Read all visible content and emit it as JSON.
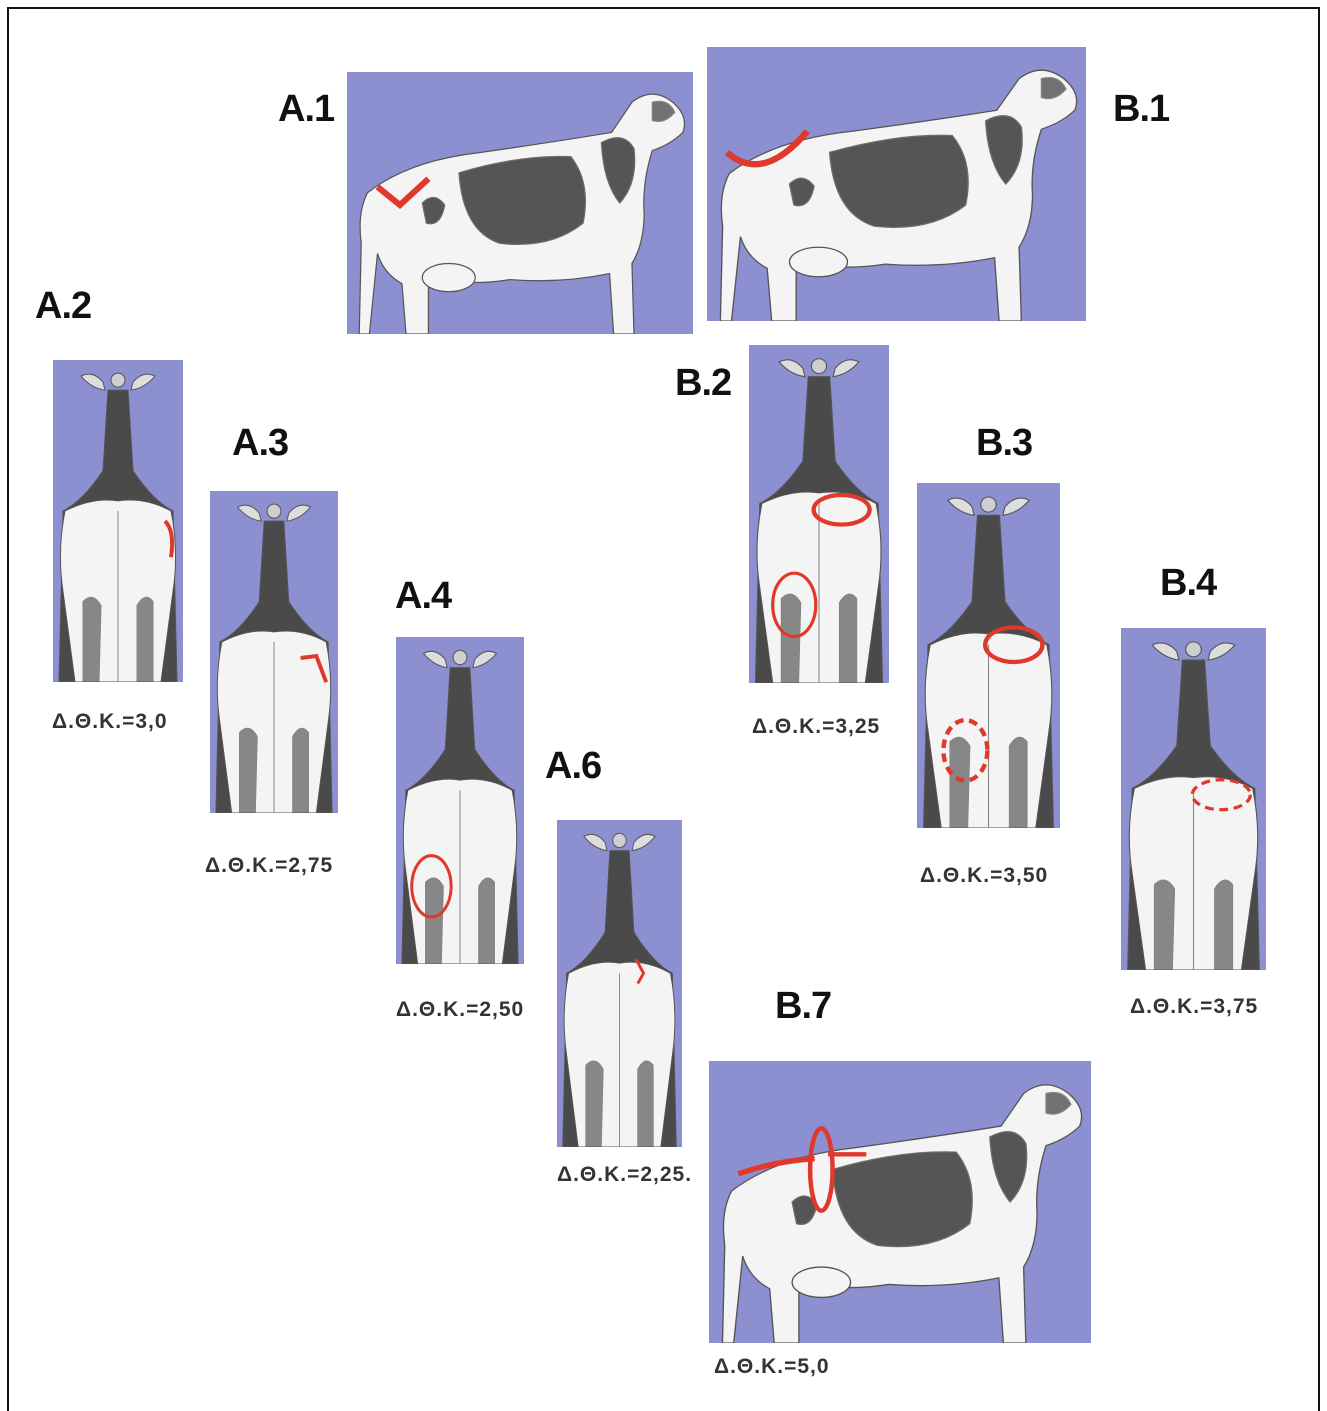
{
  "colors": {
    "background_panel": "#8c8fd0",
    "marker": "#e0392c",
    "cow_white": "#f4f4f4",
    "cow_dark": "#3a3a3a"
  },
  "panels": {
    "a1": {
      "label": "A.1",
      "score": ""
    },
    "b1": {
      "label": "B.1",
      "score": ""
    },
    "a2": {
      "label": "A.2",
      "score": "Δ.Θ.Κ.=3,0"
    },
    "a3": {
      "label": "A.3",
      "score": "Δ.Θ.Κ.=2,75"
    },
    "a4": {
      "label": "A.4",
      "score": "Δ.Θ.Κ.=2,50"
    },
    "a6": {
      "label": "A.6",
      "score": "Δ.Θ.Κ.=2,25."
    },
    "b2": {
      "label": "B.2",
      "score": "Δ.Θ.Κ.=3,25"
    },
    "b3": {
      "label": "B.3",
      "score": "Δ.Θ.Κ.=3,50"
    },
    "b4": {
      "label": "B.4",
      "score": "Δ.Θ.Κ.=3,75"
    },
    "b7": {
      "label": "B.7",
      "score": "Δ.Θ.Κ.=5,0"
    }
  }
}
